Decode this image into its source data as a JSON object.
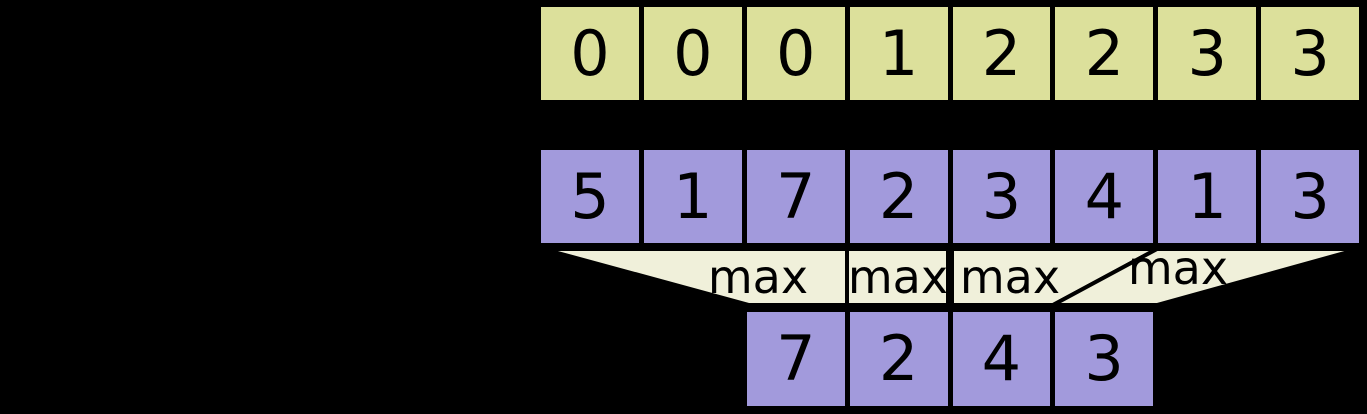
{
  "diagram": {
    "description_label": "segment max operation",
    "colors": {
      "background": "#000000",
      "segment_cell_fill": "#dce09b",
      "data_cell_fill": "#a29adc",
      "funnel_fill": "#f0f0da",
      "line": "#000000",
      "text": "#000000"
    },
    "rows": {
      "segment_ids": {
        "values": [
          "0",
          "0",
          "0",
          "1",
          "2",
          "2",
          "3",
          "3"
        ]
      },
      "data": {
        "values": [
          "5",
          "1",
          "7",
          "2",
          "3",
          "4",
          "1",
          "3"
        ]
      },
      "output": {
        "values": [
          "7",
          "2",
          "4",
          "3"
        ]
      }
    },
    "operations": {
      "labels": [
        "max",
        "max",
        "max",
        "max"
      ]
    }
  }
}
